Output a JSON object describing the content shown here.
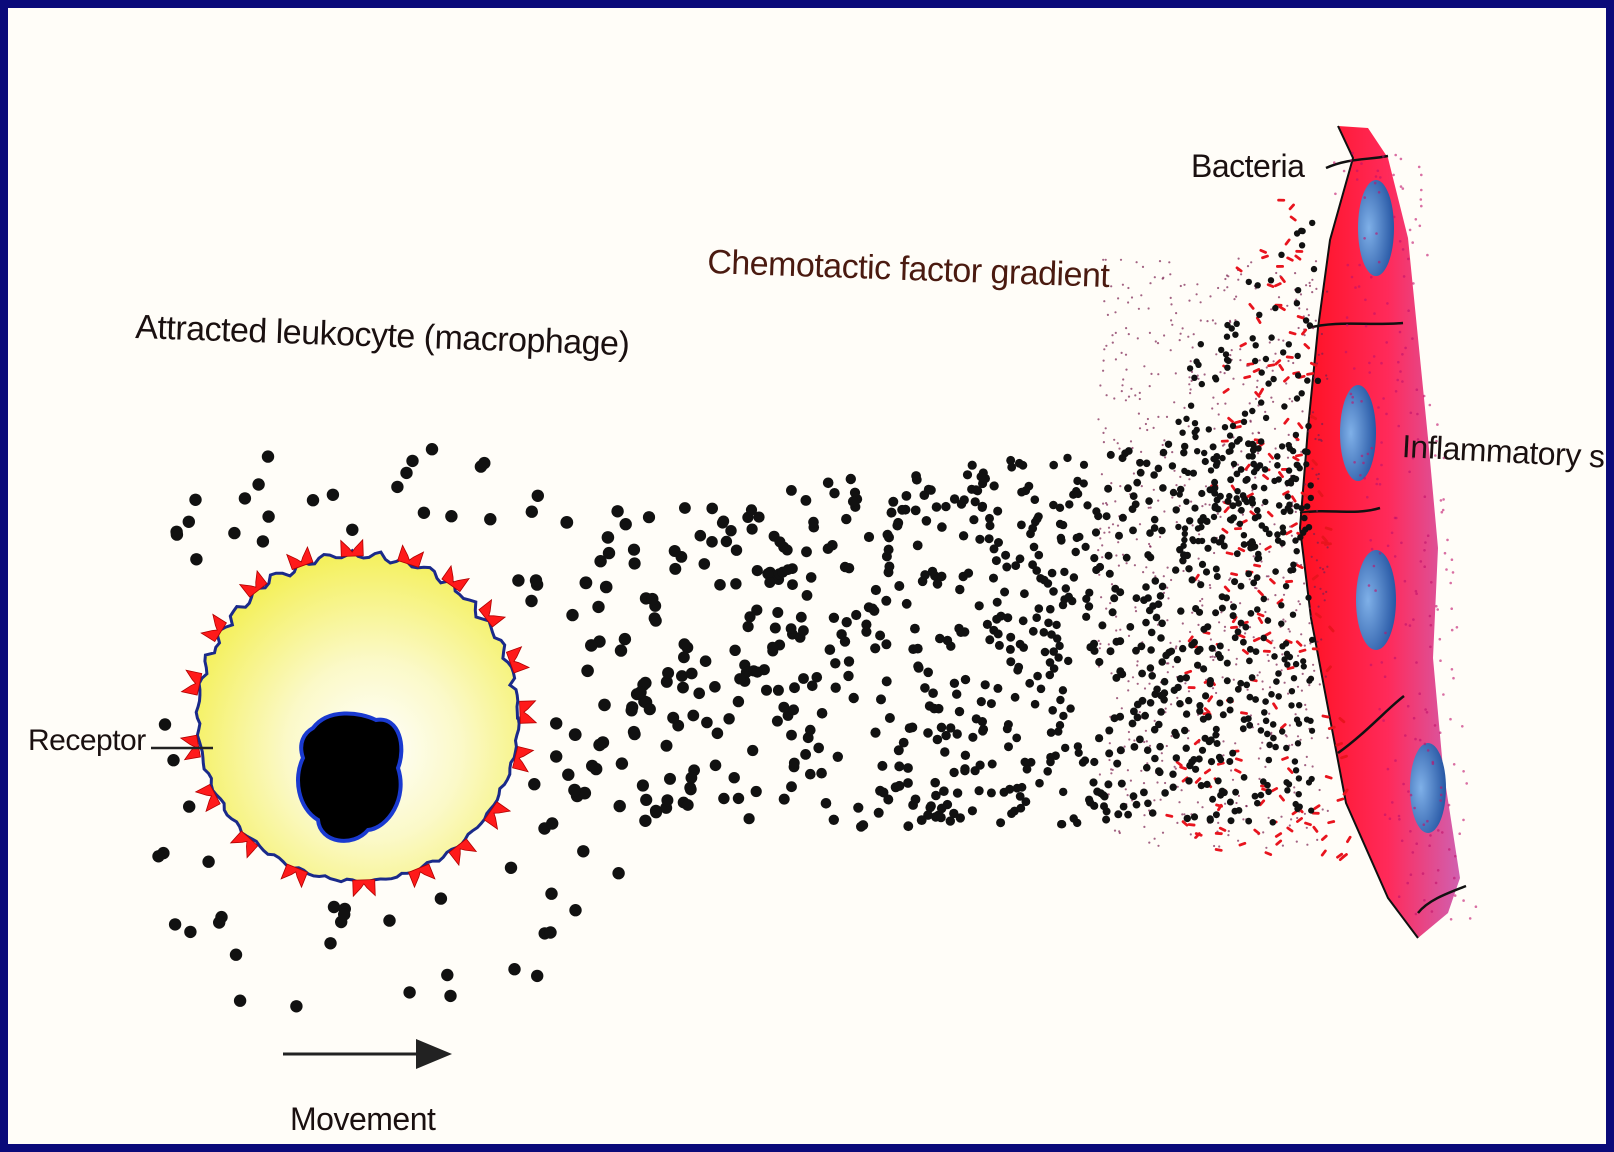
{
  "labels": {
    "leukocyte": "Attracted leukocyte (macrophage)",
    "gradient": "Chemotactic factor gradient",
    "bacteria": "Bacteria",
    "inflammatory_site": "Inflammatory site",
    "receptor": "Receptor",
    "movement": "Movement"
  },
  "colors": {
    "frame": "#0a0a7a",
    "background": "#fffdf8",
    "cell_fill": "#f4f05a",
    "cell_outline": "#1a2a8a",
    "nucleus": "#000000",
    "receptor": "#ff1a1a",
    "factor_dot": "#111111",
    "bacteria": "#e8141e",
    "tissue": "#ff1f4a",
    "tissue_nuclei": "#1f5aa8"
  }
}
